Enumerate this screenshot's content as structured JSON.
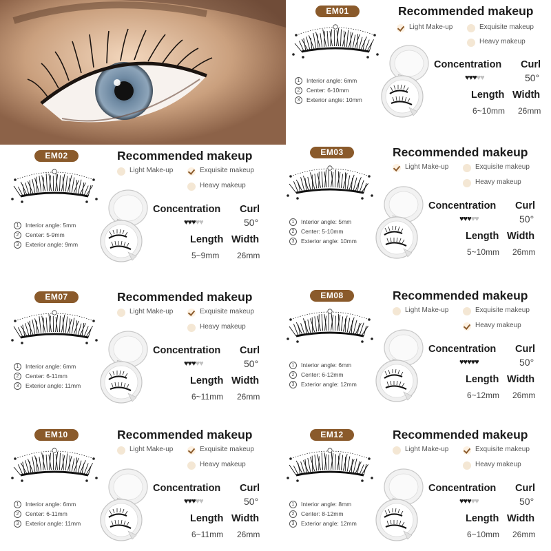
{
  "section_title": "Recommended makeup",
  "options": [
    "Light Make-up",
    "Exquisite makeup",
    "Heavy makeup"
  ],
  "stat_labels": {
    "concentration": "Concentration",
    "curl": "Curl",
    "length": "Length",
    "width": "Width"
  },
  "spec_labels": [
    "Interior angle:",
    "Center:",
    "Exterior angle:"
  ],
  "colors": {
    "badge": "#8a5a2b",
    "check": "#8a5a2b",
    "heart_filled": "#1c1c1c",
    "heart_empty": "#c0c0c0"
  },
  "products": [
    {
      "code": "EM01",
      "selected": 0,
      "hearts_filled": 3,
      "hearts_total": 5,
      "curl": "50°",
      "length": "6~10mm",
      "width": "26mm",
      "specs": [
        "6mm",
        "6-10mm",
        "10mm"
      ]
    },
    {
      "code": "EM02",
      "selected": 1,
      "hearts_filled": 3,
      "hearts_total": 5,
      "curl": "50°",
      "length": "5~9mm",
      "width": "26mm",
      "specs": [
        "5mm",
        "5-9mm",
        "9mm"
      ]
    },
    {
      "code": "EM03",
      "selected": 0,
      "hearts_filled": 3,
      "hearts_total": 5,
      "curl": "50°",
      "length": "5~10mm",
      "width": "26mm",
      "specs": [
        "5mm",
        "5-10mm",
        "10mm"
      ]
    },
    {
      "code": "EM07",
      "selected": 1,
      "hearts_filled": 3,
      "hearts_total": 5,
      "curl": "50°",
      "length": "6~11mm",
      "width": "26mm",
      "specs": [
        "6mm",
        "6-11mm",
        "11mm"
      ]
    },
    {
      "code": "EM08",
      "selected": 2,
      "hearts_filled": 5,
      "hearts_total": 5,
      "curl": "50°",
      "length": "6~12mm",
      "width": "26mm",
      "specs": [
        "6mm",
        "6-12mm",
        "12mm"
      ]
    },
    {
      "code": "EM10",
      "selected": 1,
      "hearts_filled": 3,
      "hearts_total": 5,
      "curl": "50°",
      "length": "6~11mm",
      "width": "26mm",
      "specs": [
        "6mm",
        "6-11mm",
        "11mm"
      ]
    },
    {
      "code": "EM12",
      "selected": 1,
      "hearts_filled": 3,
      "hearts_total": 5,
      "curl": "50°",
      "length": "6~10mm",
      "width": "26mm",
      "specs": [
        "8mm",
        "8-12mm",
        "12mm"
      ]
    }
  ]
}
